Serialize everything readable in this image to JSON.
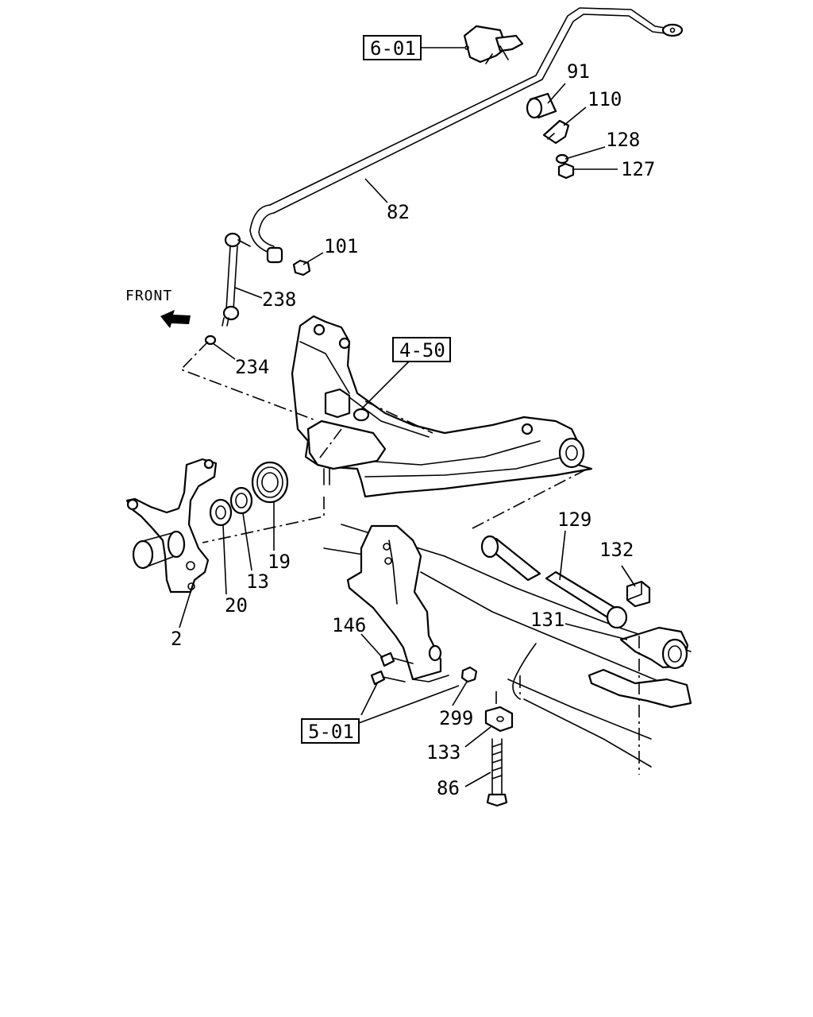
{
  "diagram": {
    "front_label": "FRONT",
    "refs": {
      "ref_6_01": "6-01",
      "ref_4_50": "4-50",
      "ref_5_01": "5-01"
    },
    "parts": {
      "p91": "91",
      "p110": "110",
      "p128": "128",
      "p127": "127",
      "p82": "82",
      "p101": "101",
      "p238": "238",
      "p234": "234",
      "p129": "129",
      "p132": "132",
      "p131": "131",
      "p146": "146",
      "p299": "299",
      "p133": "133",
      "p86": "86",
      "p2": "2",
      "p20": "20",
      "p13": "13",
      "p19": "19"
    }
  }
}
